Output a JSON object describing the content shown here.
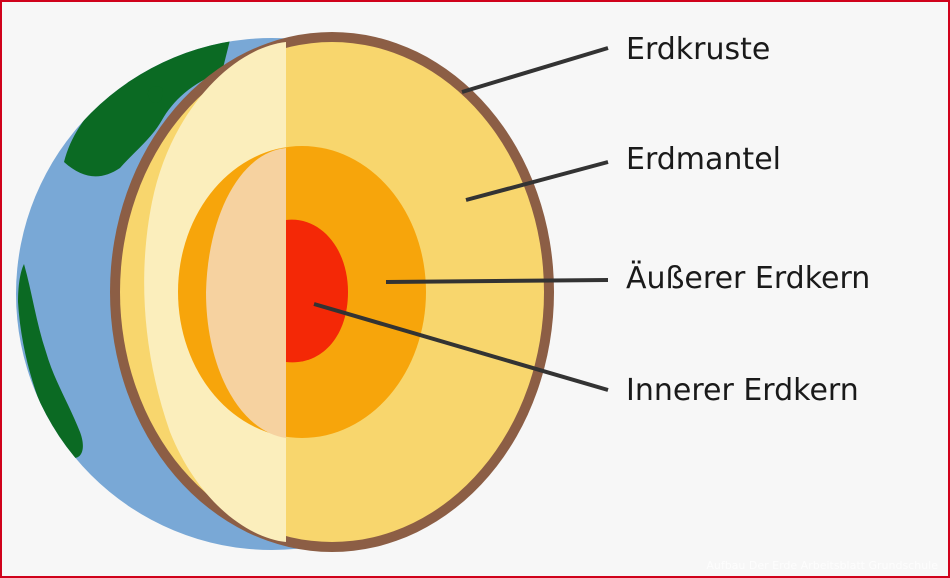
{
  "diagram": {
    "labels": {
      "crust": "Erdkruste",
      "mantle": "Erdmantel",
      "outer_core": "Äußerer Erdkern",
      "inner_core": "Innerer Erdkern"
    },
    "watermark": "Aufbau Der Erde Arbeitsblatt Grundschule",
    "colors": {
      "ocean": "#79a8d6",
      "land": "#0b6a23",
      "crust": "#8c5e45",
      "mantle_cut": "#f8d66d",
      "mantle_outer_shaded": "#fbeebc",
      "outer_core_cut": "#f7a50b",
      "outer_core_shaded": "#f6d2a0",
      "inner_core": "#f42806",
      "leader_line": "#333333"
    }
  }
}
